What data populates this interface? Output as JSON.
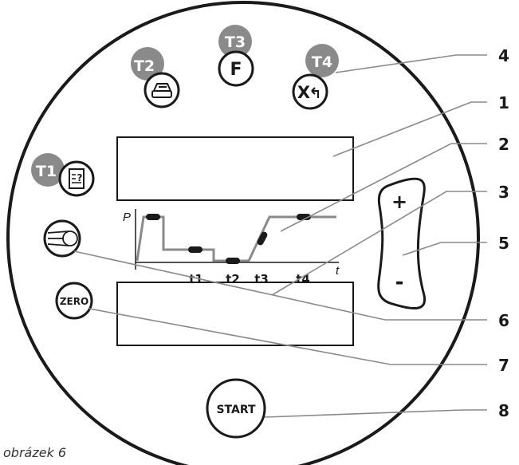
{
  "callouts": [
    "1",
    "2",
    "3",
    "4",
    "5",
    "6",
    "7",
    "8"
  ],
  "buttons": {
    "t1": "T1",
    "t2": "T2",
    "t3": "T3",
    "t4": "T4",
    "f": "F",
    "x": "X",
    "zero": "ZERO",
    "start": "START",
    "plus": "+",
    "minus": "-"
  },
  "graph": {
    "y_axis": "P",
    "x_axis": "t",
    "ticks": [
      "t1",
      "t2",
      "t3",
      "t4"
    ]
  },
  "caption": "obrázek 6",
  "colors": {
    "badge": "#8a8a8a",
    "stroke": "#1a1a1a",
    "graph_line": "#8a8a8a"
  }
}
